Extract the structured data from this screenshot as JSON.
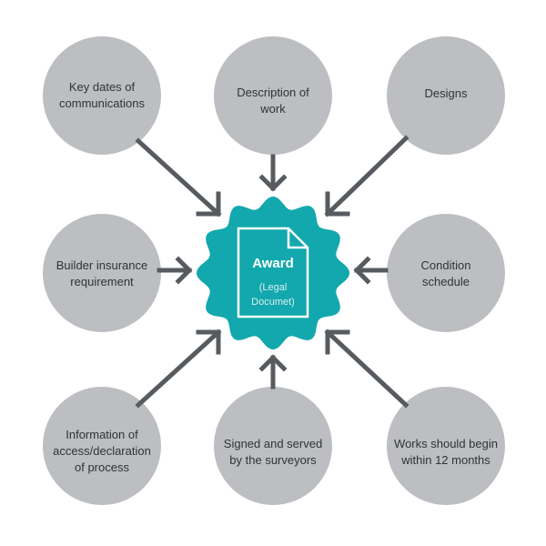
{
  "colors": {
    "node_fill": "#bcbec1",
    "center_fill": "#12a8ad",
    "arrow": "#575b5f",
    "text": "#2f3437",
    "center_text": "#ffffff"
  },
  "center": {
    "title": "Award",
    "subtitle": "(Legal\nDocumet)",
    "icon": "document-icon"
  },
  "nodes": [
    {
      "id": "key-dates",
      "label": "Key dates of\ncommunications"
    },
    {
      "id": "description-of-work",
      "label": "Description of\nwork"
    },
    {
      "id": "designs",
      "label": "Designs"
    },
    {
      "id": "builder-insurance",
      "label": "Builder insurance\nrequirement"
    },
    {
      "id": "condition-schedule",
      "label": "Condition\nschedule"
    },
    {
      "id": "information-access",
      "label": "Information of\naccess/declaration\nof process"
    },
    {
      "id": "signed-served",
      "label": "Signed and served\nby the surveyors"
    },
    {
      "id": "works-begin",
      "label": "Works should begin\nwithin 12 months"
    }
  ]
}
